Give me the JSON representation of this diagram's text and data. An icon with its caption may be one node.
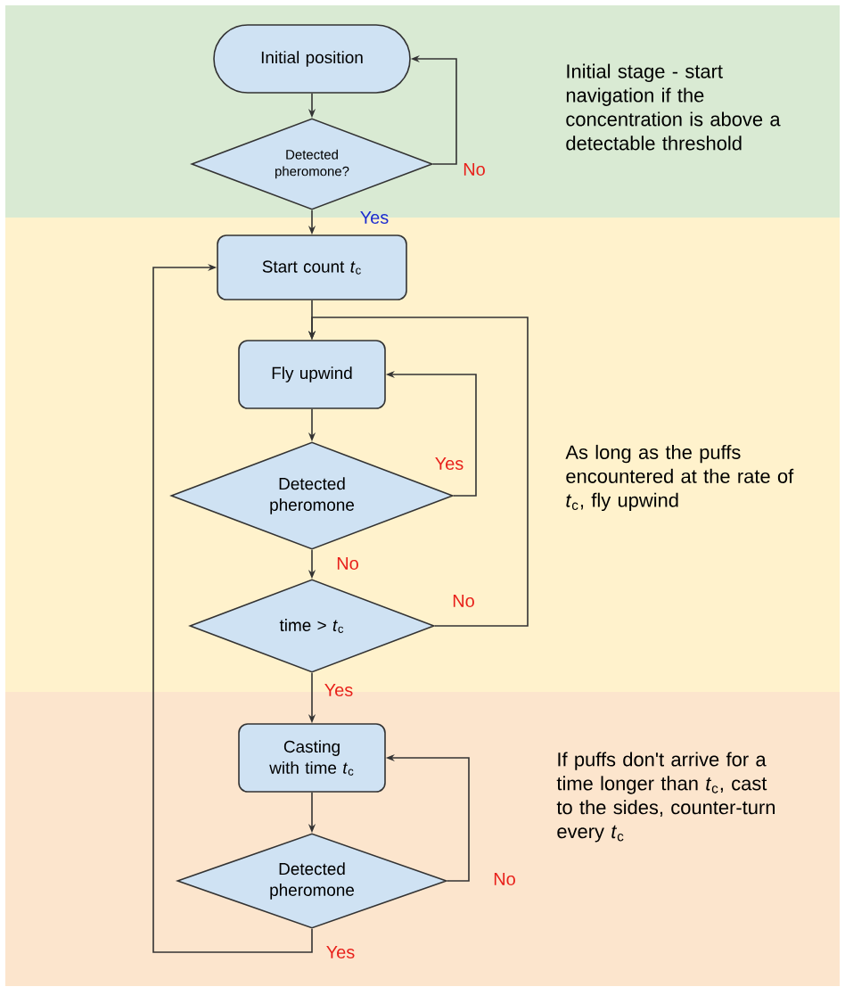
{
  "diagram": {
    "nodes": [
      {
        "text": [
          "Initial stage - start navigation if the concentration is above a detectable threshold"
        ]
      },
      {
        "text": [
          "As long as the puffs encountered at the rate of *t*$_{c}$, fly upwind"
        ]
      },
      {
        "text": [
          "If puffs don't arrive for a time longer than *t*$_{c}$, cast to the sides, counter-turn every *t*$_{c}$"
        ]
      },
      {
        "text": [
          "Initial position"
        ],
        "in": 0
      },
      {
        "text": [
          "Detected pheromone?"
        ],
        "in": 0
      },
      {
        "text": [
          "Start count *t*$_{c}$"
        ],
        "in": 1
      },
      {
        "text": [
          "Fly upwind"
        ],
        "in": 1
      },
      {
        "text": [
          "Detected pheromone"
        ],
        "in": 1
      },
      {
        "text": [
          "time > *t*$_{c}$"
        ],
        "in": 1
      },
      {
        "text": [
          "Casting with time *t*$_{c}$"
        ],
        "in": 2
      },
      {
        "text": [
          "Detected pheromone"
        ],
        "in": 2
      }
    ],
    "edges": [
      {
        "from": 3,
        "to": 4,
        "arrow": "to"
      },
      {
        "from": 4,
        "to": 3,
        "arrow": "to",
        "label": "No"
      },
      {
        "from": 4,
        "to": 5,
        "arrow": "to",
        "label": "Yes"
      },
      {
        "from": 5,
        "to": 6,
        "arrow": "to"
      },
      {
        "from": 8,
        "to": 6,
        "arrow": "to",
        "label": "No"
      },
      {
        "from": 6,
        "to": 7,
        "arrow": "to"
      },
      {
        "from": 7,
        "to": 6,
        "arrow": "to",
        "label": "Yes"
      },
      {
        "from": 7,
        "to": 8,
        "arrow": "to",
        "label": "No"
      },
      {
        "from": 8,
        "to": 9,
        "arrow": "to",
        "label": "Yes"
      },
      {
        "from": 9,
        "to": 10,
        "arrow": "to"
      },
      {
        "from": 10,
        "to": 9,
        "arrow": "to",
        "label": "No"
      },
      {
        "from": 10,
        "to": 5,
        "arrow": "to",
        "label": "Yes"
      }
    ]
  }
}
